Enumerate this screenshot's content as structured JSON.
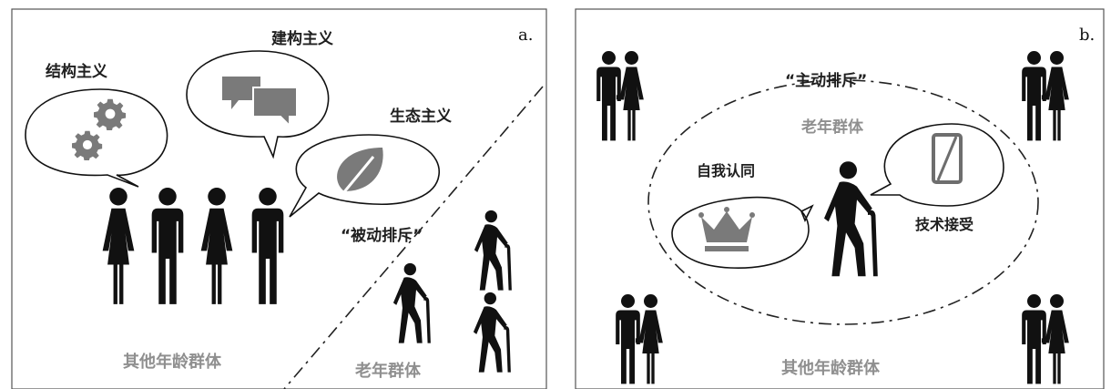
{
  "panel_a": {
    "tag": "a.",
    "bubble_structuralism": "结构主义",
    "bubble_constructivism": "建构主义",
    "bubble_ecologism": "生态主义",
    "passive_exclusion": "“被动排斥”",
    "other_age_groups": "其他年龄群体",
    "elderly_group": "老年群体"
  },
  "panel_b": {
    "tag": "b.",
    "active_exclusion": "“主动排斥”",
    "elderly_group": "老年群体",
    "self_identity": "自我认同",
    "tech_acceptance": "技术接受",
    "other_age_groups": "其他年龄群体"
  },
  "icons": {
    "gears": "gears-icon",
    "chat": "chat-bubbles-icon",
    "leaf": "leaf-icon",
    "crown": "crown-icon",
    "phone": "crossed-phone-icon",
    "couple": "couple-icon",
    "elder": "elderly-with-cane-icon"
  },
  "colors": {
    "ink": "#111111",
    "gray_label": "#8f8f8f",
    "icon_gray": "#7a7a7a"
  }
}
